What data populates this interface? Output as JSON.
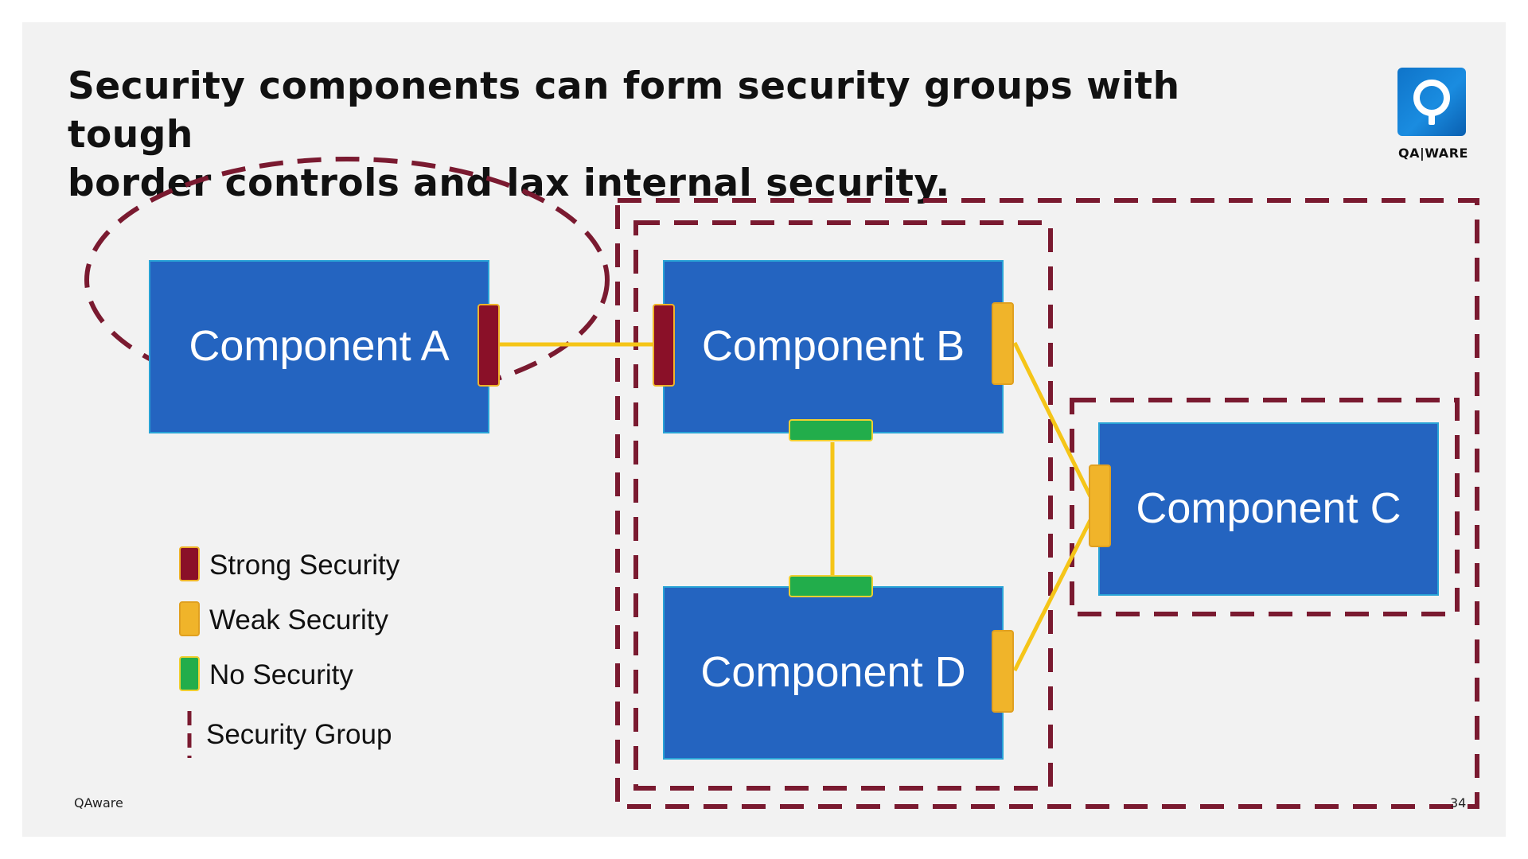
{
  "slide": {
    "title_line1": "Security components can form security groups with tough",
    "title_line2": "border controls and lax internal security.",
    "logo_text": "QA|WARE",
    "footer_left": "QAware",
    "page_number": "34"
  },
  "components": {
    "a": "Component A",
    "b": "Component B",
    "c": "Component C",
    "d": "Component D"
  },
  "legend": {
    "strong": "Strong Security",
    "weak": "Weak Security",
    "none": "No Security",
    "group": "Security Group"
  },
  "colors": {
    "slide_bg": "#f2f2f2",
    "component_fill": "#2464c0",
    "strong_security": "#8a1028",
    "weak_security": "#f0b42a",
    "no_security": "#22ad4b",
    "connector": "#f5c518",
    "security_group": "#7a1a30"
  }
}
